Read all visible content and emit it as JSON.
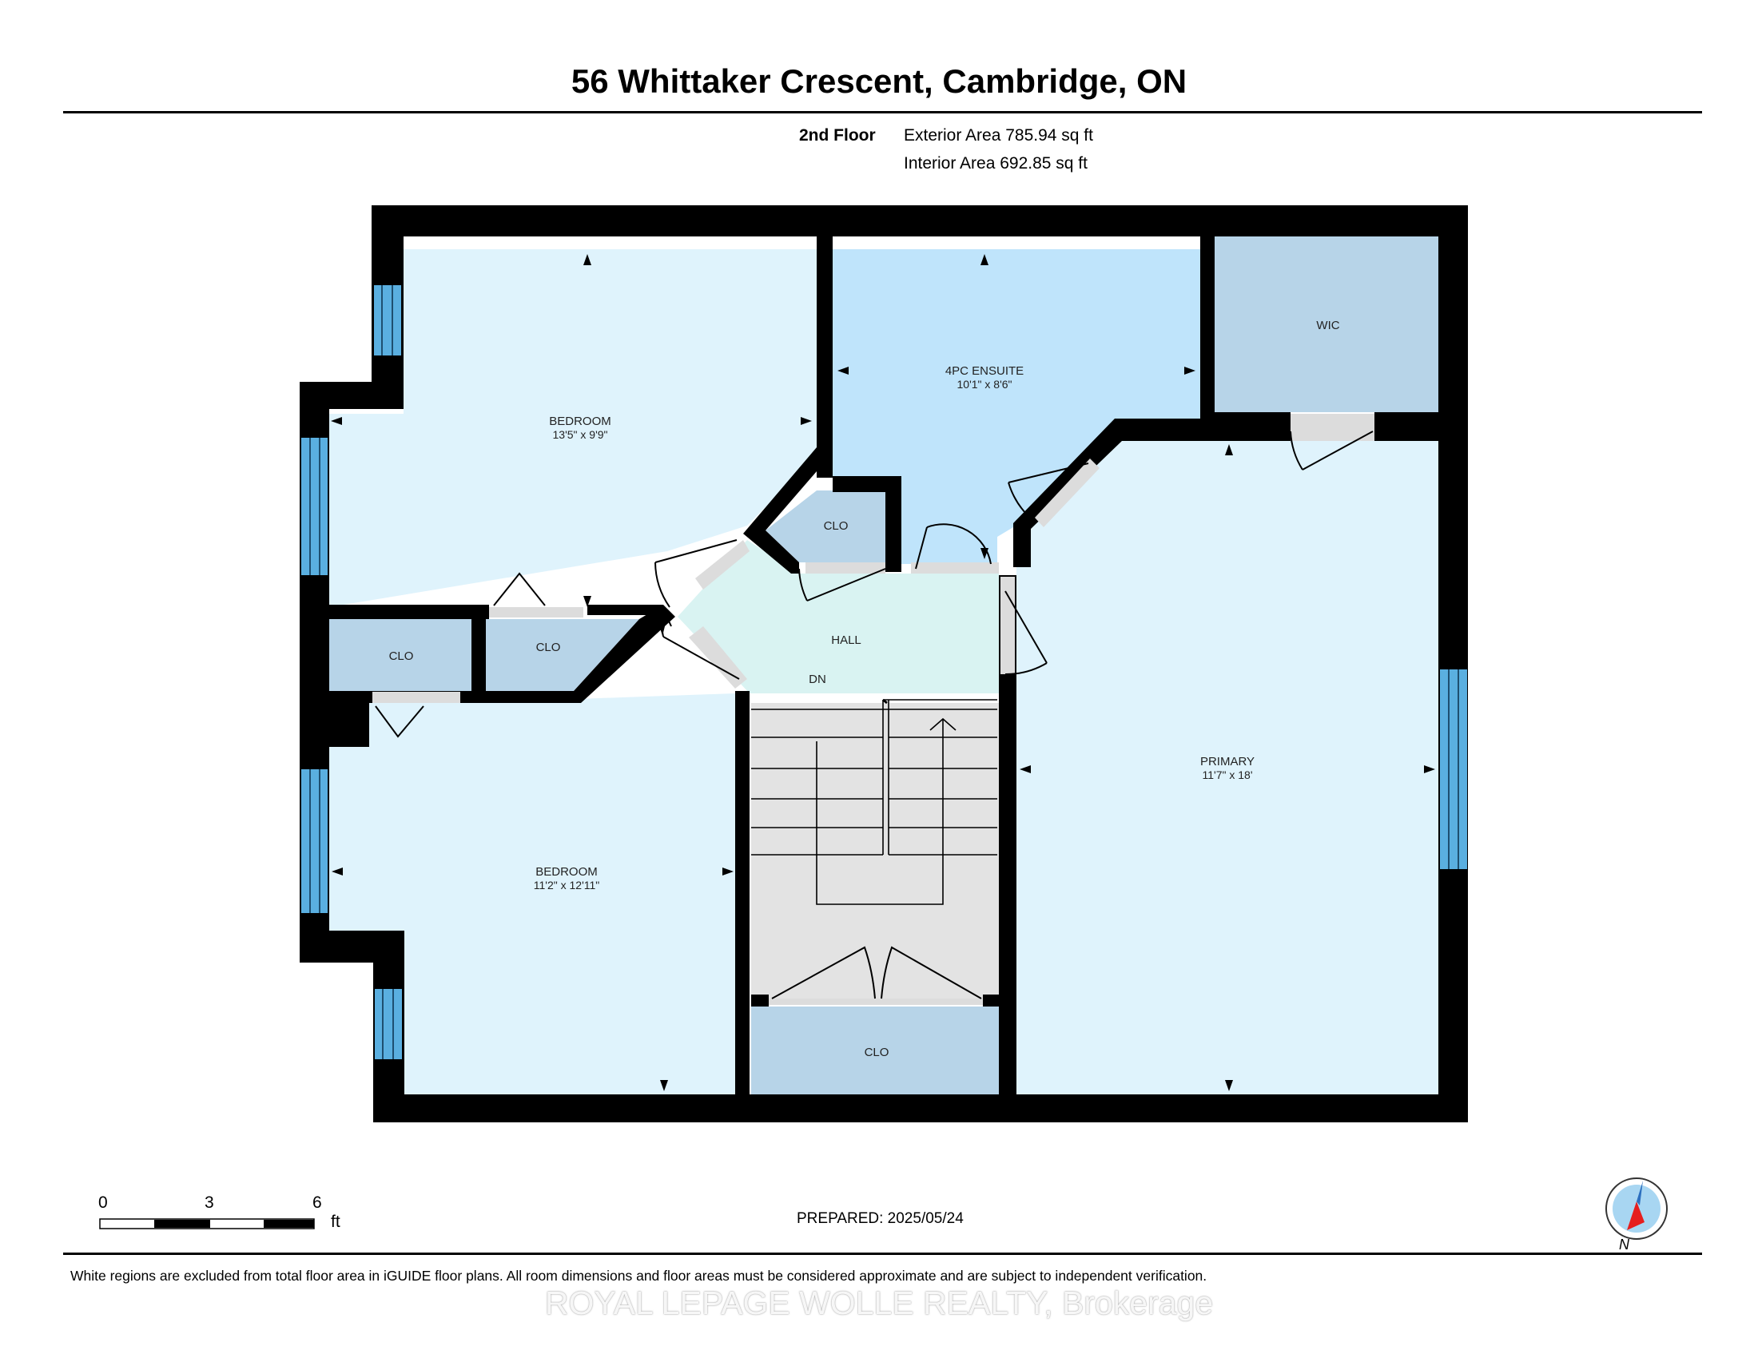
{
  "header": {
    "title": "56 Whittaker Crescent, Cambridge, ON",
    "floor": "2nd Floor",
    "exterior_area": "Exterior Area 785.94 sq ft",
    "interior_area": "Interior Area 692.85 sq ft"
  },
  "rooms": {
    "bedroom_top": {
      "name": "BEDROOM",
      "dims": "13'5\" x 9'9\""
    },
    "ensuite": {
      "name": "4PC ENSUITE",
      "dims": "10'1\" x 8'6\""
    },
    "wic": {
      "name": "WIC"
    },
    "closet_hall": {
      "name": "CLO"
    },
    "closet_left": {
      "name": "CLO"
    },
    "closet_mid": {
      "name": "CLO"
    },
    "hall": {
      "name": "HALL"
    },
    "stairs": {
      "label": "DN"
    },
    "primary": {
      "name": "PRIMARY",
      "dims": "11'7\" x 18'"
    },
    "bedroom_bottom": {
      "name": "BEDROOM",
      "dims": "11'2\" x 12'11\""
    },
    "closet_bottom": {
      "name": "CLO"
    }
  },
  "scale": {
    "labels": [
      "0",
      "3",
      "6"
    ],
    "unit": "ft"
  },
  "compass": {
    "label": "N"
  },
  "prepared": "PREPARED: 2025/05/24",
  "footnote": "White regions are excluded from total floor area in iGUIDE floor plans. All room dimensions and floor areas must be considered approximate and are subject to independent verification.",
  "watermark": "ROYAL LEPAGE WOLLE REALTY, Brokerage",
  "colors": {
    "room_fill": "#dff3fc",
    "bath_fill": "#bfe4fb",
    "closet_fill": "#b7d4e8",
    "hall_fill": "#d9f3f2",
    "stair_fill": "#e3e3e3",
    "wall": "#000000",
    "window": "#5aafe0"
  }
}
